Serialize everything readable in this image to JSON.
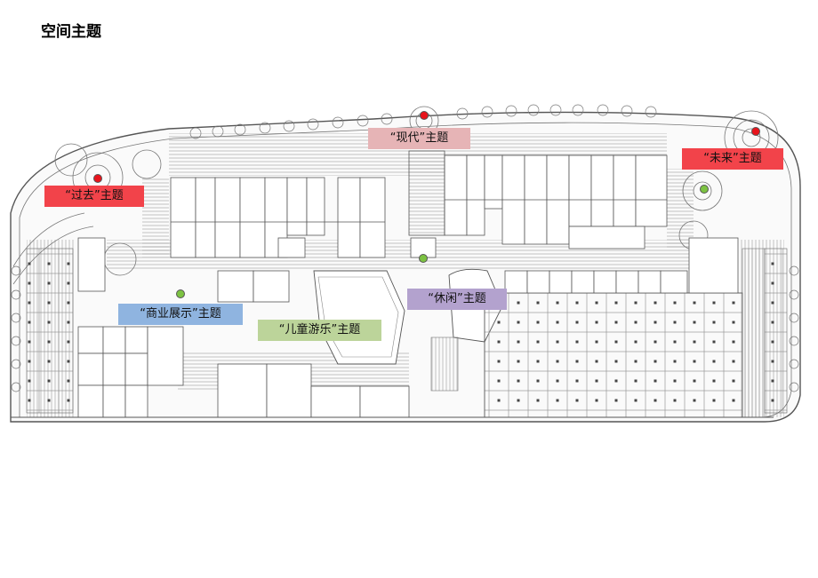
{
  "page": {
    "title": "空间主题"
  },
  "themes": [
    {
      "id": "past",
      "label": "“过去”主题",
      "color": "#f2434a"
    },
    {
      "id": "modern",
      "label": "“现代”主题",
      "color": "#e6b4b6"
    },
    {
      "id": "future",
      "label": "“未来”主题",
      "color": "#f2434a"
    },
    {
      "id": "commerce",
      "label": "“商业展示”主题",
      "color": "#8fb4e0"
    },
    {
      "id": "children",
      "label": "“儿童游乐”主题",
      "color": "#bcd49a"
    },
    {
      "id": "leisure",
      "label": "“休闲”主题",
      "color": "#b3a2ce"
    }
  ],
  "markers": [
    {
      "id": "marker-past",
      "color": "#e8141c"
    },
    {
      "id": "marker-modern",
      "color": "#e8141c"
    },
    {
      "id": "marker-future",
      "color": "#e8141c"
    },
    {
      "id": "marker-future-2",
      "color": "#7cc242"
    },
    {
      "id": "marker-center",
      "color": "#7cc242"
    },
    {
      "id": "marker-commerce",
      "color": "#7cc242"
    }
  ]
}
